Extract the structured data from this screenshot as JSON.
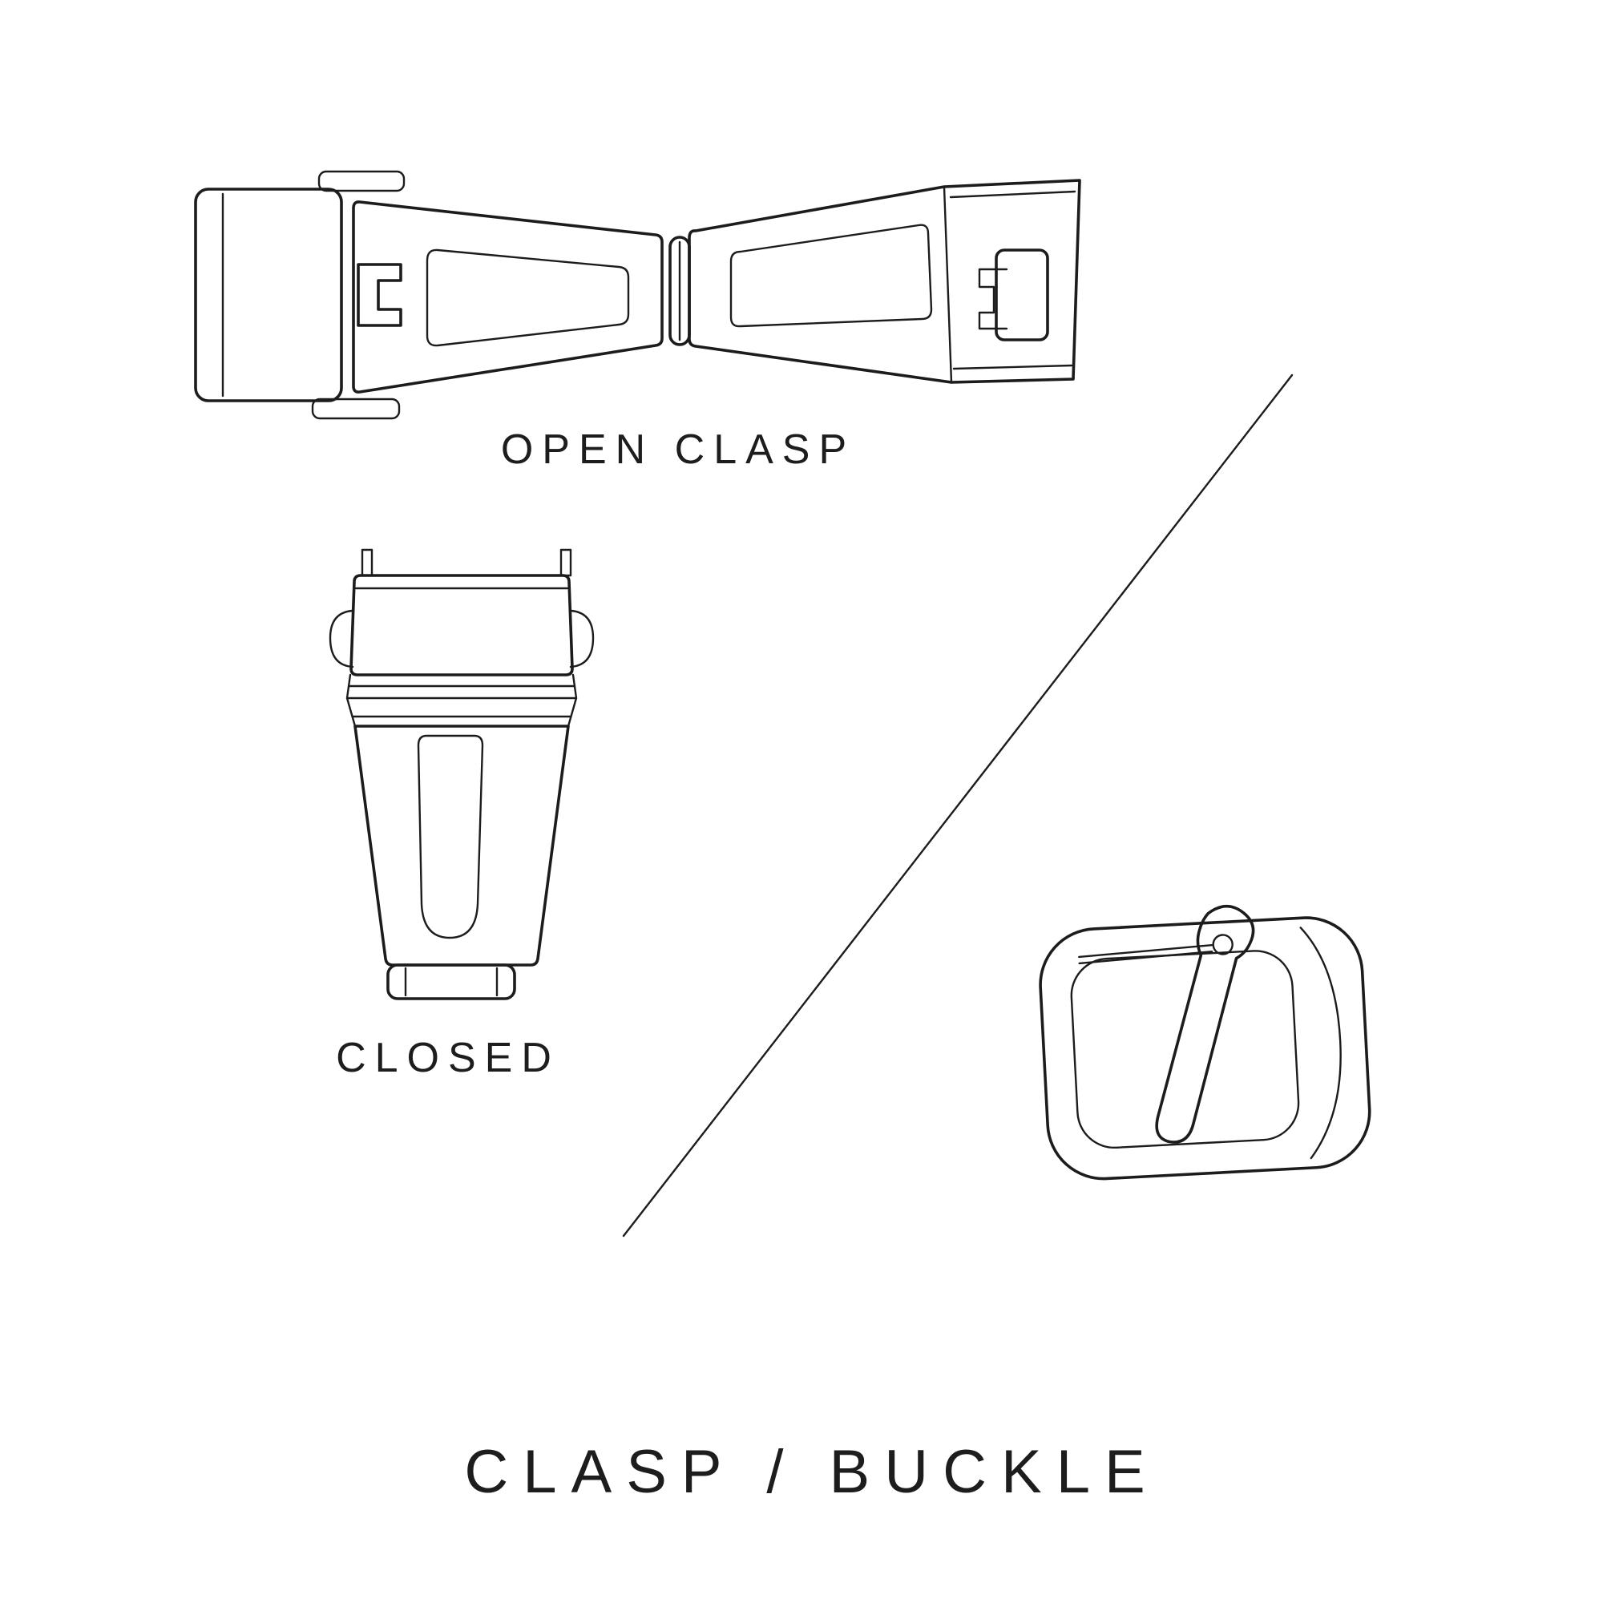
{
  "canvas": {
    "background": "#ffffff",
    "ink": "#1c1c1c"
  },
  "labels": {
    "open_clasp": "OPEN CLASP",
    "closed": "CLOSED",
    "title": "CLASP / BUCKLE"
  },
  "figures": [
    {
      "id": "open-clasp",
      "caption": "OPEN CLASP",
      "kind": "line-drawing of deployant clasp, open"
    },
    {
      "id": "closed-clasp",
      "caption": "CLOSED",
      "kind": "line-drawing of deployant clasp, closed"
    },
    {
      "id": "tang-buckle",
      "caption": "",
      "kind": "line-drawing of pin buckle"
    }
  ]
}
